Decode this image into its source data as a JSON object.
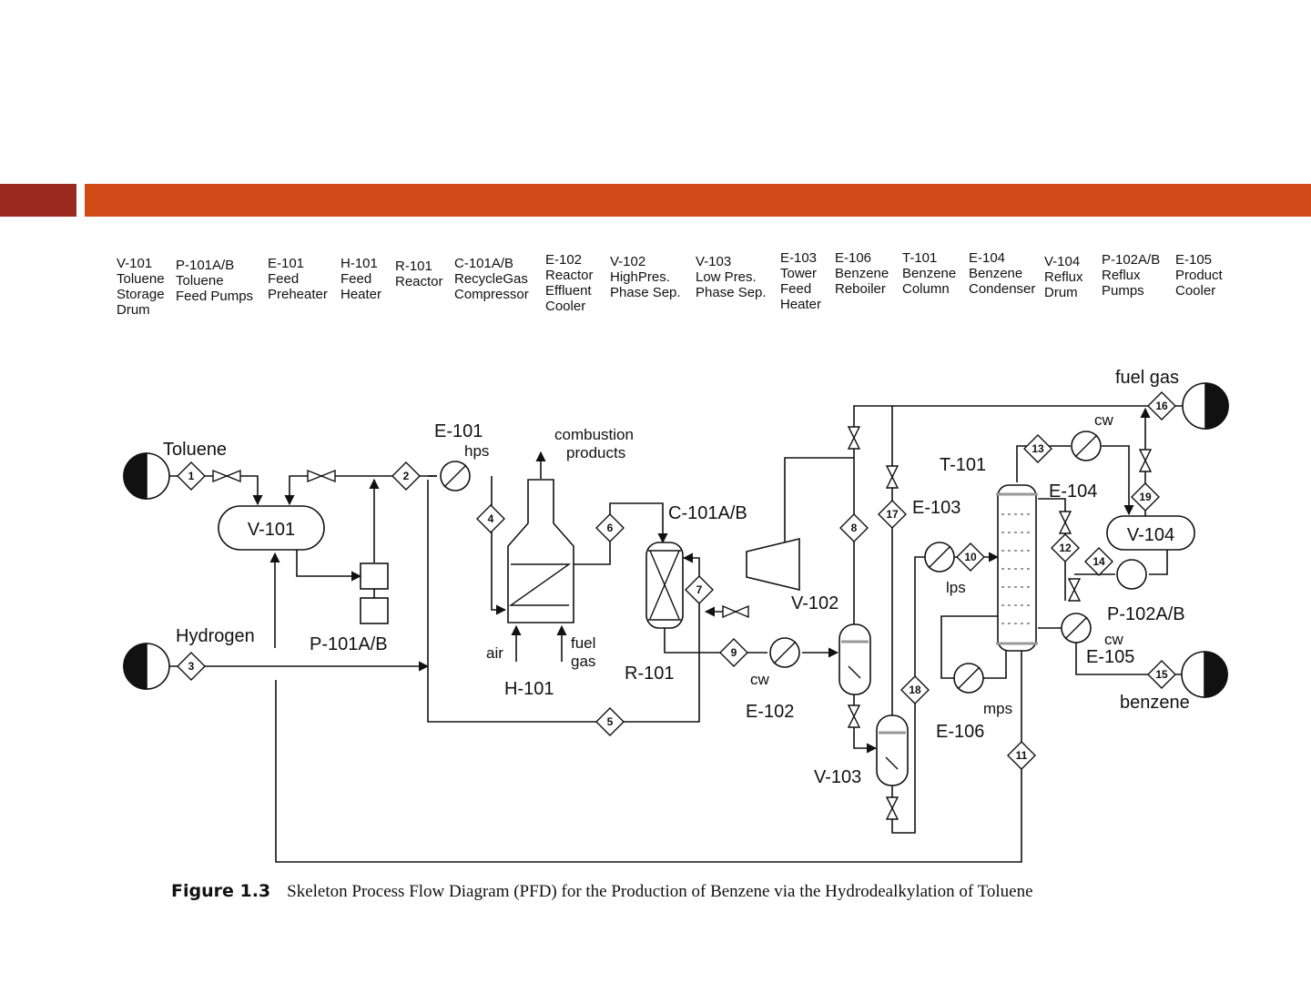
{
  "header": {
    "bar_left_color": "#9d2a1f",
    "bar_right_color": "#d04a18"
  },
  "legend": [
    {
      "code": "V-101",
      "lines": [
        "Toluene",
        "Storage",
        "Drum"
      ]
    },
    {
      "code": "P-101A/B",
      "lines": [
        "Toluene",
        "Feed Pumps"
      ]
    },
    {
      "code": "E-101",
      "lines": [
        "Feed",
        "Preheater"
      ]
    },
    {
      "code": "H-101",
      "lines": [
        "Feed",
        "Heater"
      ]
    },
    {
      "code": "R-101",
      "lines": [
        "Reactor"
      ]
    },
    {
      "code": "C-101A/B",
      "lines": [
        "RecycleGas",
        "Compressor"
      ]
    },
    {
      "code": "E-102",
      "lines": [
        "Reactor",
        "Effluent",
        "Cooler"
      ]
    },
    {
      "code": "V-102",
      "lines": [
        "HighPres.",
        "Phase Sep."
      ]
    },
    {
      "code": "V-103",
      "lines": [
        "Low  Pres.",
        "Phase Sep."
      ]
    },
    {
      "code": "E-103",
      "lines": [
        "Tower",
        "Feed",
        "Heater"
      ]
    },
    {
      "code": "E-106",
      "lines": [
        "Benzene",
        "Reboiler"
      ]
    },
    {
      "code": "T-101",
      "lines": [
        "Benzene",
        "Column"
      ]
    },
    {
      "code": "E-104",
      "lines": [
        "Benzene",
        "Condenser"
      ]
    },
    {
      "code": "V-104",
      "lines": [
        "Reflux",
        "Drum"
      ]
    },
    {
      "code": "P-102A/B",
      "lines": [
        "Reflux",
        "Pumps"
      ]
    },
    {
      "code": "E-105",
      "lines": [
        "Product",
        "Cooler"
      ]
    }
  ],
  "diagram": {
    "streams": [
      "1",
      "2",
      "3",
      "4",
      "5",
      "6",
      "7",
      "8",
      "9",
      "10",
      "11",
      "12",
      "13",
      "14",
      "15",
      "16",
      "17",
      "18",
      "19"
    ],
    "labels": {
      "toluene": "Toluene",
      "hydrogen": "Hydrogen",
      "v101": "V-101",
      "p101": "P-101A/B",
      "e101": "E-101",
      "hps": "hps",
      "combustion": [
        "combustion",
        "products"
      ],
      "air": "air",
      "fuel_gas_h101": [
        "fuel",
        "gas"
      ],
      "h101": "H-101",
      "c101": "C-101A/B",
      "r101": "R-101",
      "cw_e102": "cw",
      "e102": "E-102",
      "v102": "V-102",
      "v103": "V-103",
      "e103": "E-103",
      "lps": "lps",
      "t101": "T-101",
      "e106": "E-106",
      "mps": "mps",
      "e104": "E-104",
      "cw_e104": "cw",
      "v104": "V-104",
      "p102": "P-102A/B",
      "e105": "E-105",
      "cw_e105": "cw",
      "fuel_gas_out": "fuel gas",
      "benzene": "benzene"
    }
  },
  "caption": {
    "figure": "Figure 1.3",
    "text": "Skeleton Process Flow Diagram (PFD) for the Production of Benzene via the Hydrodealkylation of Toluene"
  }
}
